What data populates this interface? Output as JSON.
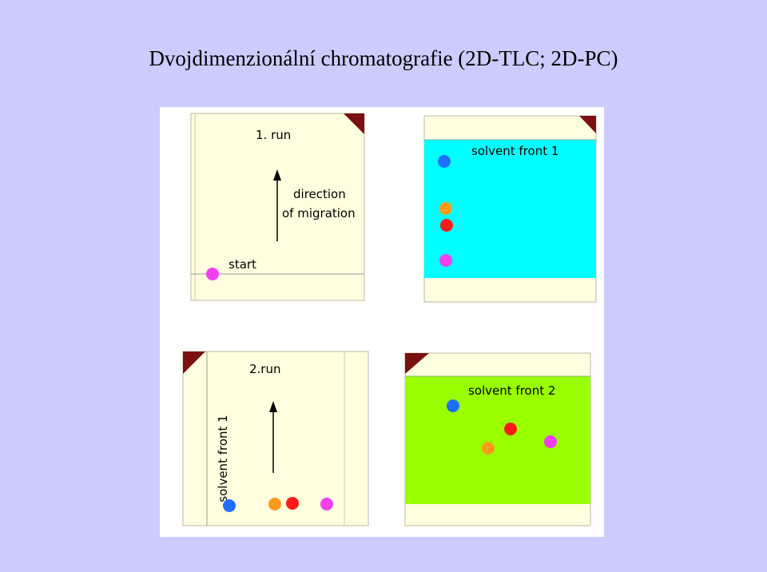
{
  "title": "Dvojdimenzionální chromatografie (2D-TLC; 2D-PC)",
  "colors": {
    "background": "#ccccff",
    "paper": "#ffffdf",
    "solvent_1": "#00ffff",
    "solvent_2": "#99ff00",
    "corner": "#7a1010",
    "blue": "#1f6fff",
    "orange": "#ff9a1a",
    "red": "#ff1a1a",
    "magenta": "#f040f0"
  },
  "panels": {
    "run1": {
      "heading": "1. run",
      "arrow_label_1": "direction",
      "arrow_label_2": "of migration",
      "start_label": "start"
    },
    "front1": {
      "label": "solvent front 1"
    },
    "run2": {
      "heading": "2.run",
      "side_label": "solvent front 1"
    },
    "front2": {
      "label": "solvent front 2"
    }
  }
}
